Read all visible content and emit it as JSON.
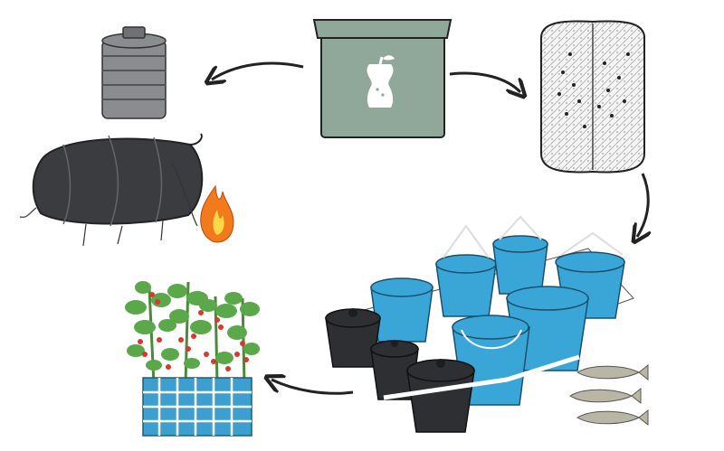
{
  "diagram": {
    "nodes": [
      {
        "id": "compost-bin",
        "icon": "apple-core-icon"
      },
      {
        "id": "water-tank"
      },
      {
        "id": "biogas-bag"
      },
      {
        "id": "flame",
        "icon": "flame-icon"
      },
      {
        "id": "substrate-bag"
      },
      {
        "id": "aquaponics-buckets"
      },
      {
        "id": "fish"
      },
      {
        "id": "tomato-planter"
      }
    ],
    "edges": [
      {
        "from": "compost-bin",
        "to": "water-tank"
      },
      {
        "from": "compost-bin",
        "to": "substrate-bag"
      },
      {
        "from": "substrate-bag",
        "to": "aquaponics-buckets"
      },
      {
        "from": "aquaponics-buckets",
        "to": "tomato-planter"
      }
    ],
    "colors": {
      "bin": "#8fa899",
      "tank": "#8a8c8f",
      "bag": "#3a3c40",
      "water": "#3aa6d8",
      "black_bucket": "#2e2f33",
      "planter": "#3c9fcf",
      "leaf": "#5aa84a",
      "tomato": "#d63a2f",
      "fish": "#b9b6a6",
      "flame": "#f07a1c"
    }
  }
}
